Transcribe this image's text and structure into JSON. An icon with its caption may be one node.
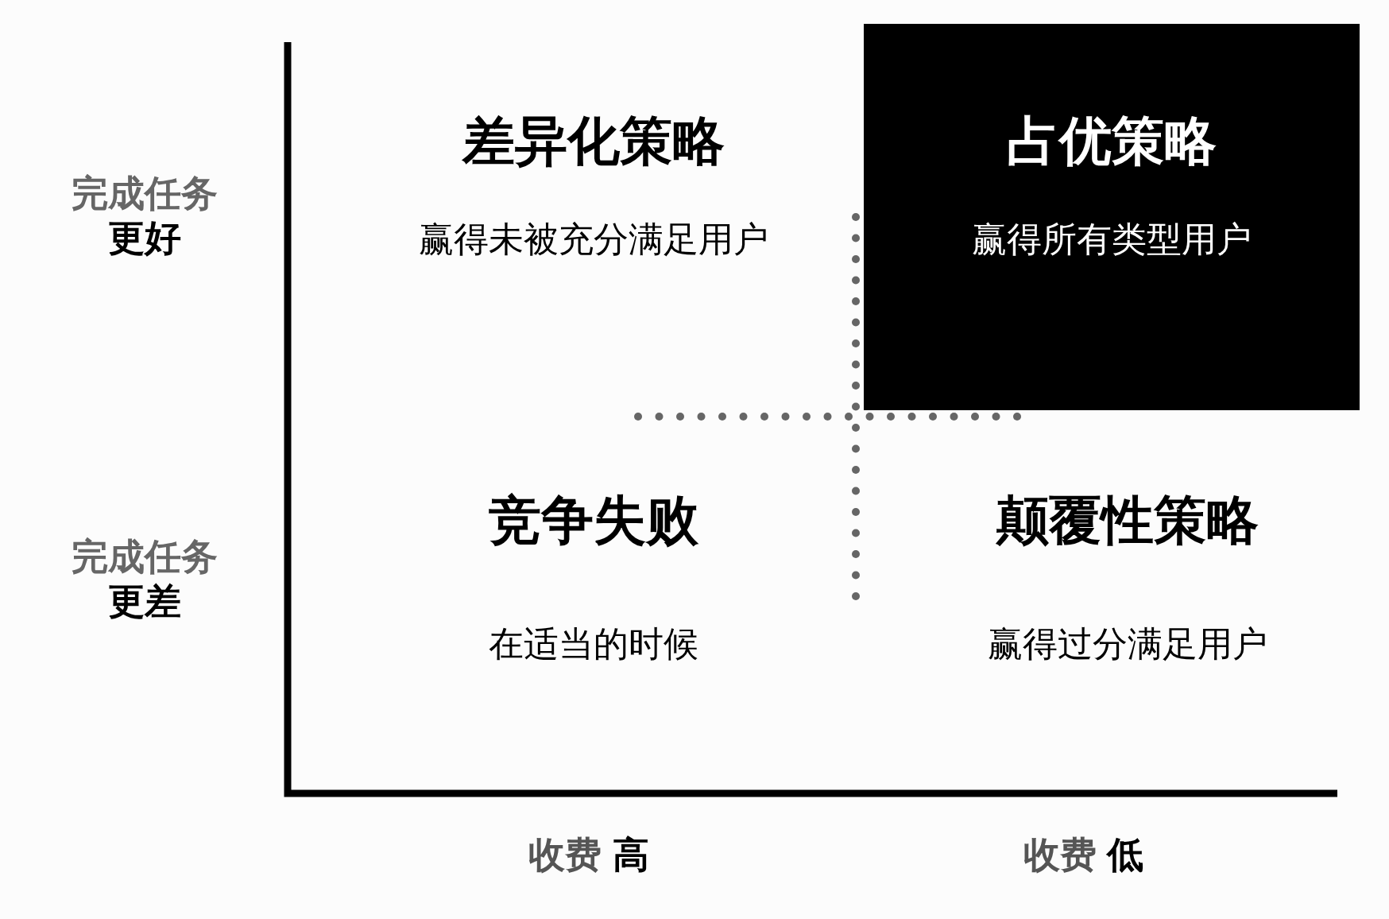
{
  "diagram": {
    "nodes": [
      {
        "text": [
          "占优策略",
          "赢得所有类型用户"
        ]
      }
    ],
    "labels": [
      "差异化策略",
      "完成任务",
      "更好",
      "赢得未被充分满足用户",
      "竞争失败",
      "颠覆性策略",
      "完成任务",
      "更差",
      "在适当的时候",
      "赢得过分满足用户",
      "收费",
      "高",
      "收费",
      "低"
    ]
  }
}
